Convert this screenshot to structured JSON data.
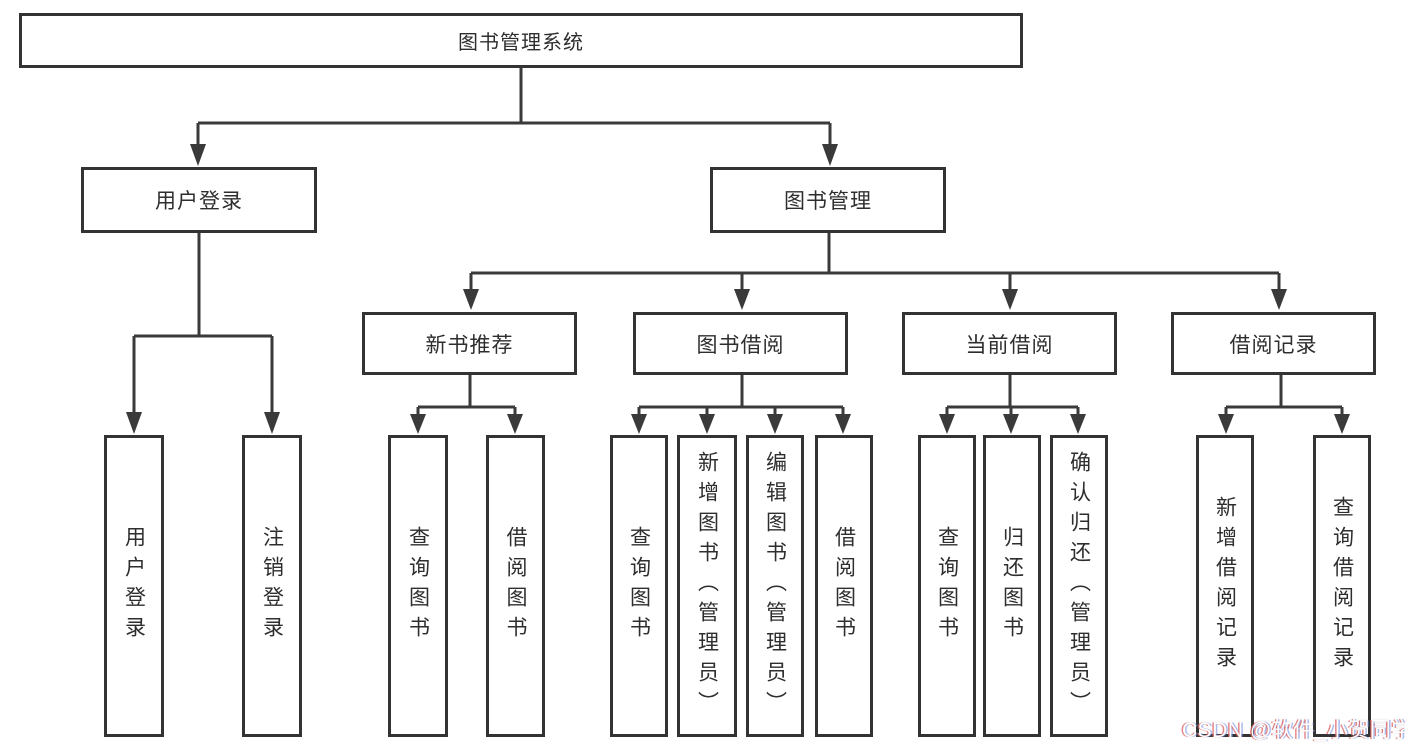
{
  "style": {
    "line_color": "#3a3a3a",
    "box_border_color": "#333333",
    "text_color": "#2e2e2e",
    "background": "#ffffff"
  },
  "tree": {
    "root": "图书管理系统",
    "user_login": {
      "label": "用户登录",
      "children": [
        "用户登录",
        "注销登录"
      ]
    },
    "book_mgmt": {
      "label": "图书管理",
      "modules": [
        {
          "label": "新书推荐",
          "children": [
            "查询图书",
            "借阅图书"
          ]
        },
        {
          "label": "图书借阅",
          "children": [
            "查询图书",
            "新增图书（管理员）",
            "编辑图书（管理员）",
            "借阅图书"
          ]
        },
        {
          "label": "当前借阅",
          "children": [
            "查询图书",
            "归还图书",
            "确认归还（管理员）"
          ]
        },
        {
          "label": "借阅记录",
          "children": [
            "新增借阅记录",
            "查询借阅记录"
          ]
        }
      ]
    }
  },
  "watermark": {
    "text": "CSDN @软件_小贺同学"
  }
}
